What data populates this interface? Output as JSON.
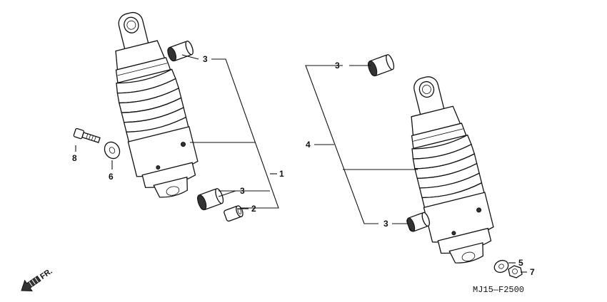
{
  "callouts": {
    "c1": "1",
    "c2": "2",
    "c3a": "3",
    "c3b": "3",
    "c3c": "3",
    "c3d": "3",
    "c4": "4",
    "c5": "5",
    "c6": "6",
    "c7": "7",
    "c8": "8"
  },
  "direction_label": "FR.",
  "diagram_code": "MJ15—F2500"
}
